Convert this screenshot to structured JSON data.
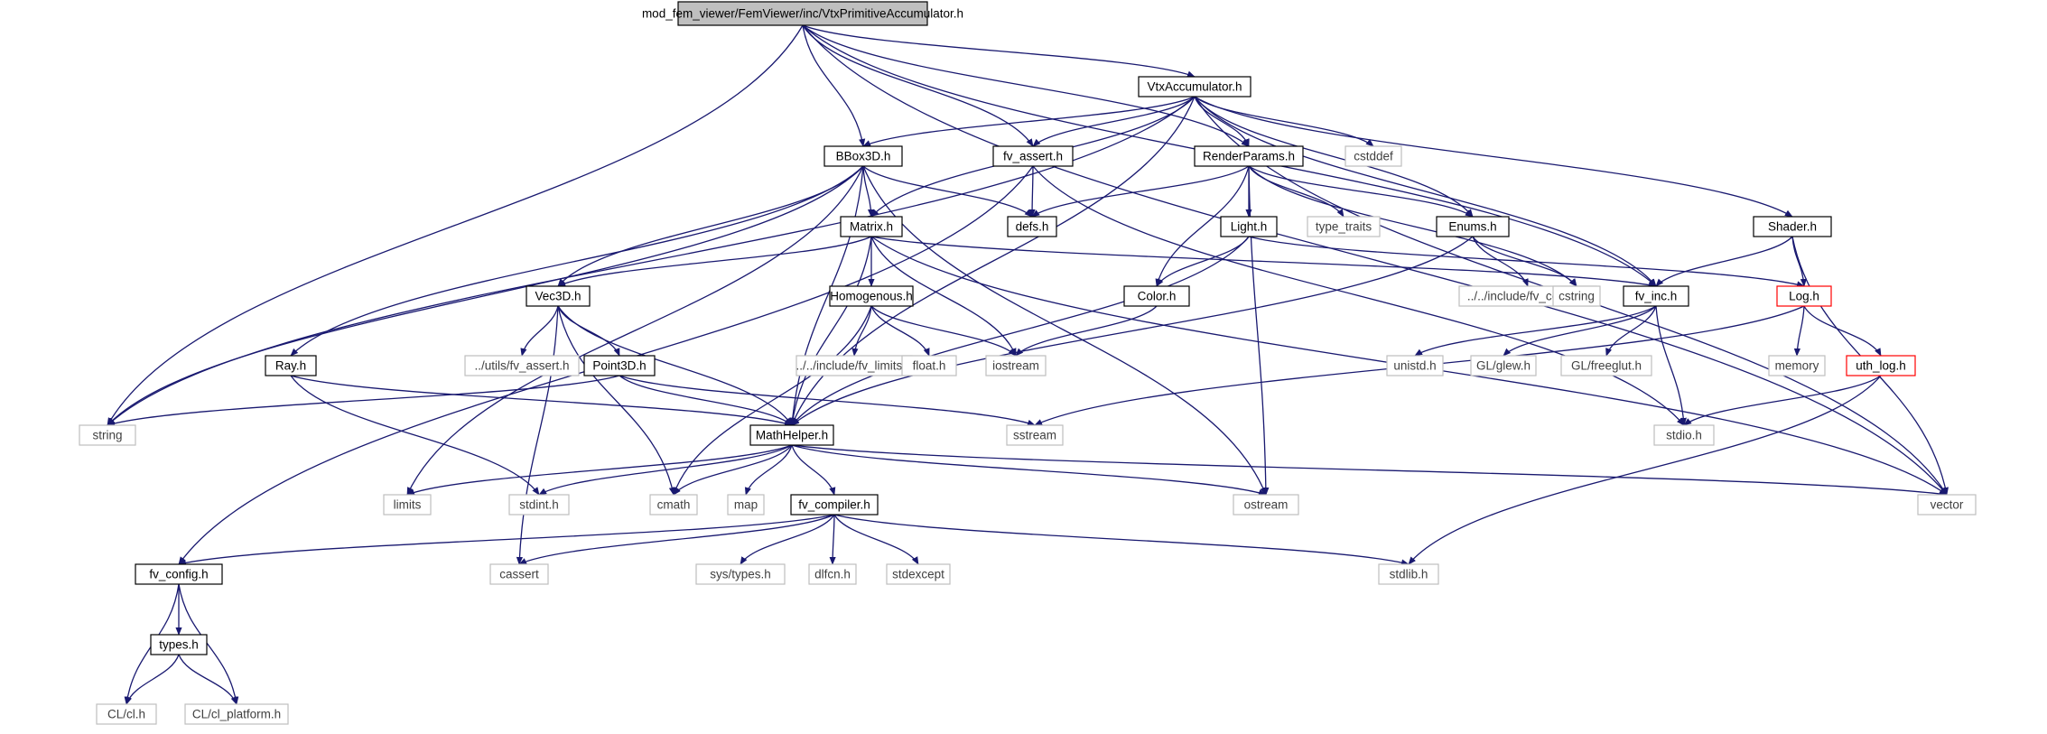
{
  "colors": {
    "edge": "#191970",
    "focus_fill": "#bfbfbf",
    "internal_border": "#000000",
    "external_border": "#bfbfbf",
    "truncated_border": "#ff0000",
    "external_text": "#404040"
  },
  "nodes": [
    {
      "id": "root",
      "label": "mod_fem_viewer/FemViewer/inc/VtxPrimitiveAccumulator.h",
      "kind": "focus"
    },
    {
      "id": "vtxacc",
      "label": "VtxAccumulator.h",
      "kind": "internal"
    },
    {
      "id": "bbox",
      "label": "BBox3D.h",
      "kind": "internal"
    },
    {
      "id": "fvassert",
      "label": "fv_assert.h",
      "kind": "internal"
    },
    {
      "id": "renderparams",
      "label": "RenderParams.h",
      "kind": "internal"
    },
    {
      "id": "cstddef",
      "label": "cstddef",
      "kind": "external"
    },
    {
      "id": "matrix",
      "label": "Matrix.h",
      "kind": "internal"
    },
    {
      "id": "defs",
      "label": "defs.h",
      "kind": "internal"
    },
    {
      "id": "light",
      "label": "Light.h",
      "kind": "internal"
    },
    {
      "id": "typetraits",
      "label": "type_traits",
      "kind": "external"
    },
    {
      "id": "enums",
      "label": "Enums.h",
      "kind": "internal"
    },
    {
      "id": "shader",
      "label": "Shader.h",
      "kind": "internal"
    },
    {
      "id": "vec3d",
      "label": "Vec3D.h",
      "kind": "internal"
    },
    {
      "id": "homog",
      "label": "Homogenous.h",
      "kind": "internal"
    },
    {
      "id": "color",
      "label": "Color.h",
      "kind": "internal"
    },
    {
      "id": "fvconfigpath",
      "label": "../../include/fv_config.h",
      "kind": "external"
    },
    {
      "id": "cstring",
      "label": "cstring",
      "kind": "external"
    },
    {
      "id": "fvinc",
      "label": "fv_inc.h",
      "kind": "internal"
    },
    {
      "id": "logh",
      "label": "Log.h",
      "kind": "truncated"
    },
    {
      "id": "ray",
      "label": "Ray.h",
      "kind": "internal"
    },
    {
      "id": "utilsassert",
      "label": "../utils/fv_assert.h",
      "kind": "external"
    },
    {
      "id": "point3d",
      "label": "Point3D.h",
      "kind": "internal"
    },
    {
      "id": "fvlimits",
      "label": "../../include/fv_limits.h",
      "kind": "external"
    },
    {
      "id": "floath",
      "label": "float.h",
      "kind": "external"
    },
    {
      "id": "iostream",
      "label": "iostream",
      "kind": "external"
    },
    {
      "id": "unistd",
      "label": "unistd.h",
      "kind": "external"
    },
    {
      "id": "glew",
      "label": "GL/glew.h",
      "kind": "external"
    },
    {
      "id": "freeglut",
      "label": "GL/freeglut.h",
      "kind": "external"
    },
    {
      "id": "memory",
      "label": "memory",
      "kind": "external"
    },
    {
      "id": "uthlog",
      "label": "uth_log.h",
      "kind": "truncated"
    },
    {
      "id": "string",
      "label": "string",
      "kind": "external"
    },
    {
      "id": "mathhelper",
      "label": "MathHelper.h",
      "kind": "internal"
    },
    {
      "id": "sstream",
      "label": "sstream",
      "kind": "external"
    },
    {
      "id": "stdio",
      "label": "stdio.h",
      "kind": "external"
    },
    {
      "id": "limits",
      "label": "limits",
      "kind": "external"
    },
    {
      "id": "stdint",
      "label": "stdint.h",
      "kind": "external"
    },
    {
      "id": "cmath",
      "label": "cmath",
      "kind": "external"
    },
    {
      "id": "map",
      "label": "map",
      "kind": "external"
    },
    {
      "id": "fvcompiler",
      "label": "fv_compiler.h",
      "kind": "internal"
    },
    {
      "id": "ostream",
      "label": "ostream",
      "kind": "external"
    },
    {
      "id": "vector",
      "label": "vector",
      "kind": "external"
    },
    {
      "id": "fvconfig",
      "label": "fv_config.h",
      "kind": "internal"
    },
    {
      "id": "cassert",
      "label": "cassert",
      "kind": "external"
    },
    {
      "id": "systypes",
      "label": "sys/types.h",
      "kind": "external"
    },
    {
      "id": "dlfcn",
      "label": "dlfcn.h",
      "kind": "external"
    },
    {
      "id": "stdexcept",
      "label": "stdexcept",
      "kind": "external"
    },
    {
      "id": "stdlib",
      "label": "stdlib.h",
      "kind": "external"
    },
    {
      "id": "types",
      "label": "types.h",
      "kind": "internal"
    },
    {
      "id": "clcl",
      "label": "CL/cl.h",
      "kind": "external"
    },
    {
      "id": "clplatform",
      "label": "CL/cl_platform.h",
      "kind": "external"
    }
  ],
  "edges": [
    [
      "root",
      "vtxacc"
    ],
    [
      "root",
      "bbox"
    ],
    [
      "root",
      "fvassert"
    ],
    [
      "root",
      "renderparams"
    ],
    [
      "root",
      "fvinc"
    ],
    [
      "root",
      "string"
    ],
    [
      "root",
      "vector"
    ],
    [
      "vtxacc",
      "bbox"
    ],
    [
      "vtxacc",
      "fvassert"
    ],
    [
      "vtxacc",
      "renderparams"
    ],
    [
      "vtxacc",
      "cstddef"
    ],
    [
      "vtxacc",
      "matrix"
    ],
    [
      "vtxacc",
      "enums"
    ],
    [
      "vtxacc",
      "shader"
    ],
    [
      "vtxacc",
      "fvinc"
    ],
    [
      "vtxacc",
      "string"
    ],
    [
      "vtxacc",
      "vector"
    ],
    [
      "vtxacc",
      "mathhelper"
    ],
    [
      "bbox",
      "matrix"
    ],
    [
      "bbox",
      "defs"
    ],
    [
      "bbox",
      "vec3d"
    ],
    [
      "bbox",
      "ray"
    ],
    [
      "bbox",
      "string"
    ],
    [
      "bbox",
      "limits"
    ],
    [
      "bbox",
      "ostream"
    ],
    [
      "bbox",
      "mathhelper"
    ],
    [
      "fvassert",
      "defs"
    ],
    [
      "fvassert",
      "fvconfig"
    ],
    [
      "fvassert",
      "stdio"
    ],
    [
      "renderparams",
      "defs"
    ],
    [
      "renderparams",
      "light"
    ],
    [
      "renderparams",
      "typetraits"
    ],
    [
      "renderparams",
      "enums"
    ],
    [
      "renderparams",
      "color"
    ],
    [
      "renderparams",
      "cstring"
    ],
    [
      "renderparams",
      "ostream"
    ],
    [
      "matrix",
      "vec3d"
    ],
    [
      "matrix",
      "homog"
    ],
    [
      "matrix",
      "iostream"
    ],
    [
      "matrix",
      "fvinc"
    ],
    [
      "matrix",
      "mathhelper"
    ],
    [
      "matrix",
      "vector"
    ],
    [
      "light",
      "color"
    ],
    [
      "light",
      "logh"
    ],
    [
      "light",
      "mathhelper"
    ],
    [
      "enums",
      "fvconfigpath"
    ],
    [
      "enums",
      "cstring"
    ],
    [
      "enums",
      "mathhelper"
    ],
    [
      "shader",
      "fvinc"
    ],
    [
      "shader",
      "logh"
    ],
    [
      "shader",
      "vector"
    ],
    [
      "vec3d",
      "utilsassert"
    ],
    [
      "vec3d",
      "point3d"
    ],
    [
      "vec3d",
      "cassert"
    ],
    [
      "vec3d",
      "cmath"
    ],
    [
      "vec3d",
      "mathhelper"
    ],
    [
      "homog",
      "fvlimits"
    ],
    [
      "homog",
      "floath"
    ],
    [
      "homog",
      "iostream"
    ],
    [
      "homog",
      "cmath"
    ],
    [
      "color",
      "iostream"
    ],
    [
      "fvinc",
      "unistd"
    ],
    [
      "fvinc",
      "glew"
    ],
    [
      "fvinc",
      "freeglut"
    ],
    [
      "fvinc",
      "stdio"
    ],
    [
      "logh",
      "memory"
    ],
    [
      "logh",
      "uthlog"
    ],
    [
      "logh",
      "sstream"
    ],
    [
      "uthlog",
      "stdio"
    ],
    [
      "uthlog",
      "stdlib"
    ],
    [
      "ray",
      "mathhelper"
    ],
    [
      "ray",
      "stdint"
    ],
    [
      "point3d",
      "mathhelper"
    ],
    [
      "point3d",
      "string"
    ],
    [
      "point3d",
      "sstream"
    ],
    [
      "mathhelper",
      "limits"
    ],
    [
      "mathhelper",
      "stdint"
    ],
    [
      "mathhelper",
      "cmath"
    ],
    [
      "mathhelper",
      "map"
    ],
    [
      "mathhelper",
      "fvcompiler"
    ],
    [
      "mathhelper",
      "ostream"
    ],
    [
      "mathhelper",
      "vector"
    ],
    [
      "fvcompiler",
      "fvconfig"
    ],
    [
      "fvcompiler",
      "cassert"
    ],
    [
      "fvcompiler",
      "systypes"
    ],
    [
      "fvcompiler",
      "dlfcn"
    ],
    [
      "fvcompiler",
      "stdexcept"
    ],
    [
      "fvcompiler",
      "stdlib"
    ],
    [
      "fvconfig",
      "types"
    ],
    [
      "fvconfig",
      "clcl"
    ],
    [
      "fvconfig",
      "clplatform"
    ],
    [
      "types",
      "clcl"
    ],
    [
      "types",
      "clplatform"
    ]
  ]
}
